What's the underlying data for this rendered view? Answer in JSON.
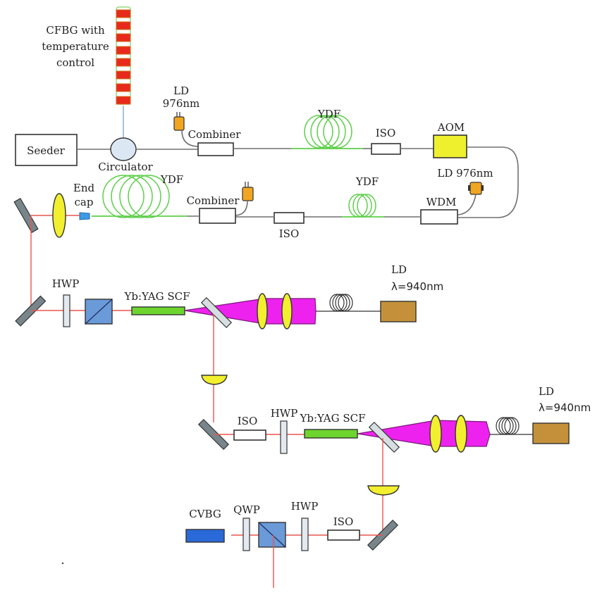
{
  "title": "Fiber seed + Yb:YAG single-crystal-fiber amplifier setup",
  "labels": {
    "cfbg": [
      "CFBG with",
      "temperature",
      "control"
    ],
    "ld_976_top": [
      "LD",
      "976nm"
    ],
    "seeder": "Seeder",
    "circulator": "Circulator",
    "combiner_top": "Combiner",
    "ydf_top": "YDF",
    "iso_top": "ISO",
    "aom": "AOM",
    "ld_976_right": "LD  976nm",
    "wdm": "WDM",
    "ydf_mid": "YDF",
    "iso_mid": "ISO",
    "combiner_mid": "Combiner",
    "ydf_big": "YDF",
    "end_cap": [
      "End",
      "cap"
    ],
    "hwp_1": "HWP",
    "scf_1": "Yb:YAG  SCF",
    "ld_940_1": [
      "LD",
      "λ=940nm"
    ],
    "iso_2": "ISO",
    "hwp_2": "HWP",
    "scf_2": "Yb:YAG  SCF",
    "ld_940_2": [
      "LD",
      "λ=940nm"
    ],
    "cvbg": "CVBG",
    "qwp": "QWP",
    "hwp_3": "HWP",
    "iso_3": "ISO"
  },
  "colors": {
    "beam": "#e8554e",
    "active_fiber": "#5ecf4a",
    "passive_fiber": "#707070",
    "pump_light": "#ee22ee",
    "lens": "#f2ef2e",
    "scf_crystal": "#6dd52e",
    "cvbg": "#2a6ad8",
    "aom": "#eef02d",
    "ld_976": "#f1a622",
    "ld_940": "#c4913a",
    "cfbg_grating": "#e82a1c"
  }
}
